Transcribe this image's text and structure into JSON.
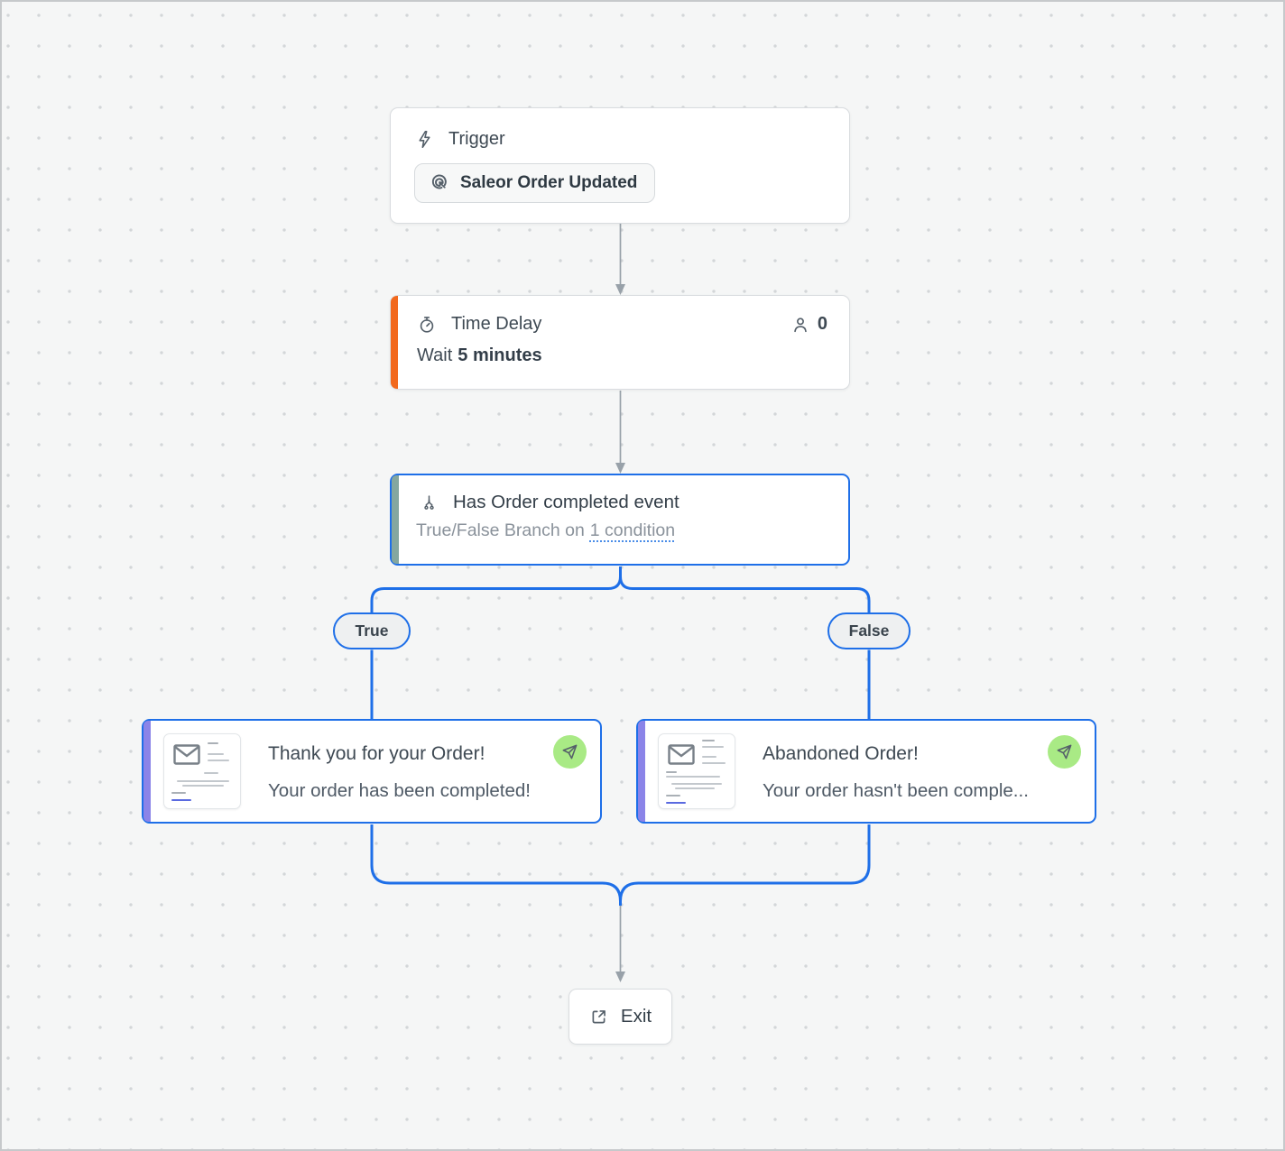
{
  "colors": {
    "accent_blue": "#1e6fe8",
    "accent_orange": "#f2691d",
    "accent_teal": "#84a79f",
    "accent_purple": "#8b84e8",
    "badge_green": "#a9ea85",
    "connector_gray": "#98a1a9"
  },
  "trigger": {
    "title": "Trigger",
    "button_label": "Saleor Order Updated"
  },
  "time_delay": {
    "title": "Time Delay",
    "wait_prefix": "Wait",
    "wait_value": "5 minutes",
    "audience_count": "0"
  },
  "branch": {
    "title": "Has Order completed event",
    "subtitle_prefix": "True/False Branch on",
    "condition_link": "1 condition"
  },
  "branch_labels": {
    "true": "True",
    "false": "False"
  },
  "email_true": {
    "title": "Thank you for your Order!",
    "subtitle": "Your order has been completed!"
  },
  "email_false": {
    "title": "Abandoned Order!",
    "subtitle": "Your order hasn't been comple..."
  },
  "exit": {
    "label": "Exit"
  }
}
